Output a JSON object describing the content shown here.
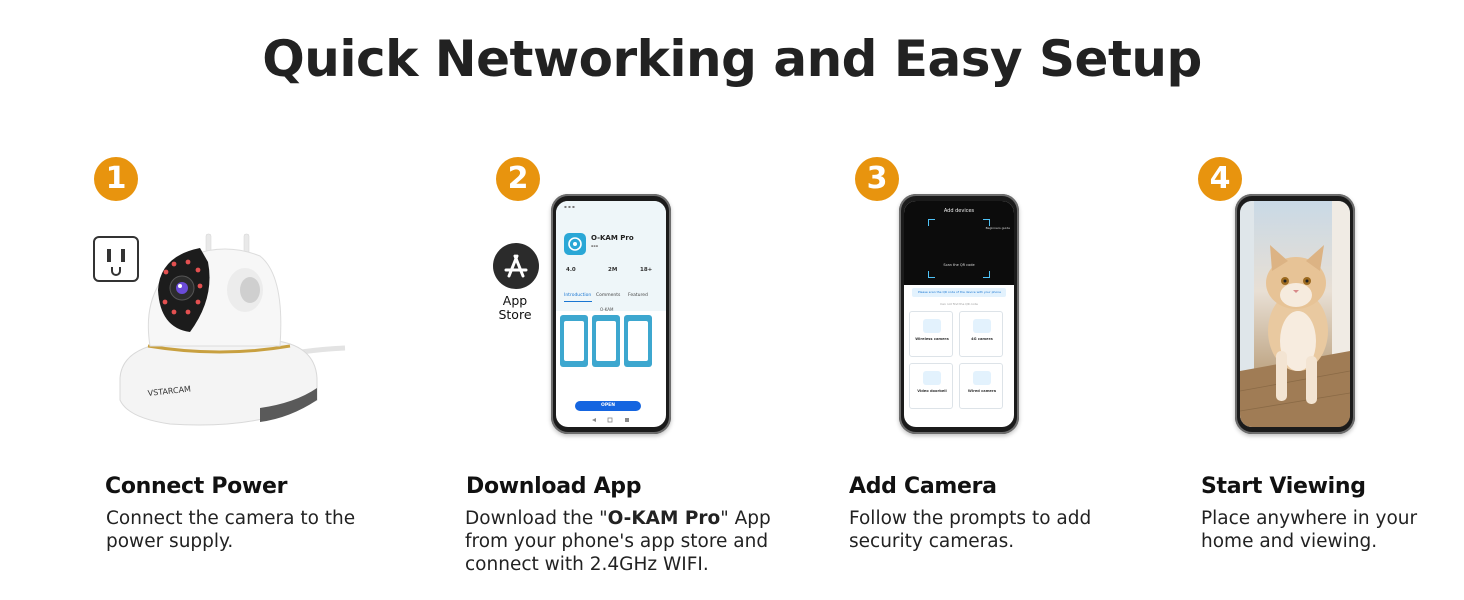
{
  "title": "Quick Networking and Easy Setup",
  "accent_color": "#e8940e",
  "steps": [
    {
      "number": "1",
      "title": "Connect Power",
      "description": "Connect the camera to the\npower supply."
    },
    {
      "number": "2",
      "title": "Download App",
      "description_before": "Download the \"",
      "description_bold": "O-KAM Pro",
      "description_after": "\" App\nfrom your phone's app store and\nconnect with 2.4GHz WIFI."
    },
    {
      "number": "3",
      "title": "Add Camera",
      "description": "Follow the prompts to add\nsecurity cameras."
    },
    {
      "number": "4",
      "title": "Start Viewing",
      "description": "Place anywhere in your\nhome and viewing."
    }
  ],
  "camera_brand": "VSTARCAM",
  "app_store_label": "App\nStore",
  "app_screen": {
    "app_name": "O-KAM Pro",
    "rating": "4.0",
    "downloads": "2M",
    "age": "18+",
    "tabs": [
      "Introduction",
      "Comments",
      "Featured"
    ],
    "label": "O-KAM",
    "open_button": "OPEN"
  },
  "add_screen": {
    "header": "Add devices",
    "scan_hint": "Scan the QR code",
    "beginner": "Beginners guide",
    "prompt": "Please scan the QR code of the device with your phone",
    "cant_find": "Can not find the QR code",
    "cards": [
      {
        "name": "Wireless camera"
      },
      {
        "name": "4G camera"
      },
      {
        "name": "Video doorbell"
      },
      {
        "name": "Wired camera"
      }
    ]
  }
}
